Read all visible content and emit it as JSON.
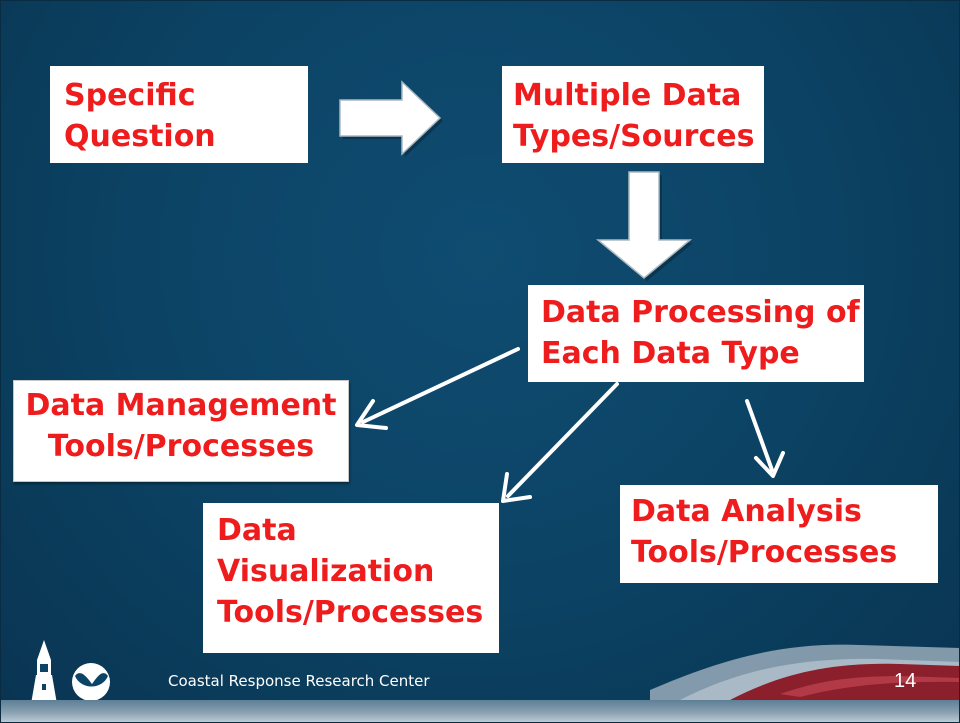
{
  "boxes": {
    "question": [
      "Specific",
      "Question"
    ],
    "sources": [
      "Multiple Data",
      "Types/Sources"
    ],
    "processing": [
      "Data Processing of",
      "Each Data Type"
    ],
    "management": [
      "Data Management",
      "Tools/Processes"
    ],
    "analysis": [
      "Data Analysis",
      "Tools/Processes"
    ],
    "visualization": [
      "Data",
      "Visualization",
      "Tools/Processes"
    ]
  },
  "footer": {
    "org": "Coastal Response Research Center",
    "page": "14"
  },
  "colors": {
    "background": "#0c4466",
    "box_text": "#ee1c1c",
    "box_fill": "#ffffff",
    "arrow": "#ffffff",
    "swoosh_red": "#8b1f2c"
  },
  "icons": [
    "tower-logo-icon",
    "noaa-bird-icon"
  ]
}
